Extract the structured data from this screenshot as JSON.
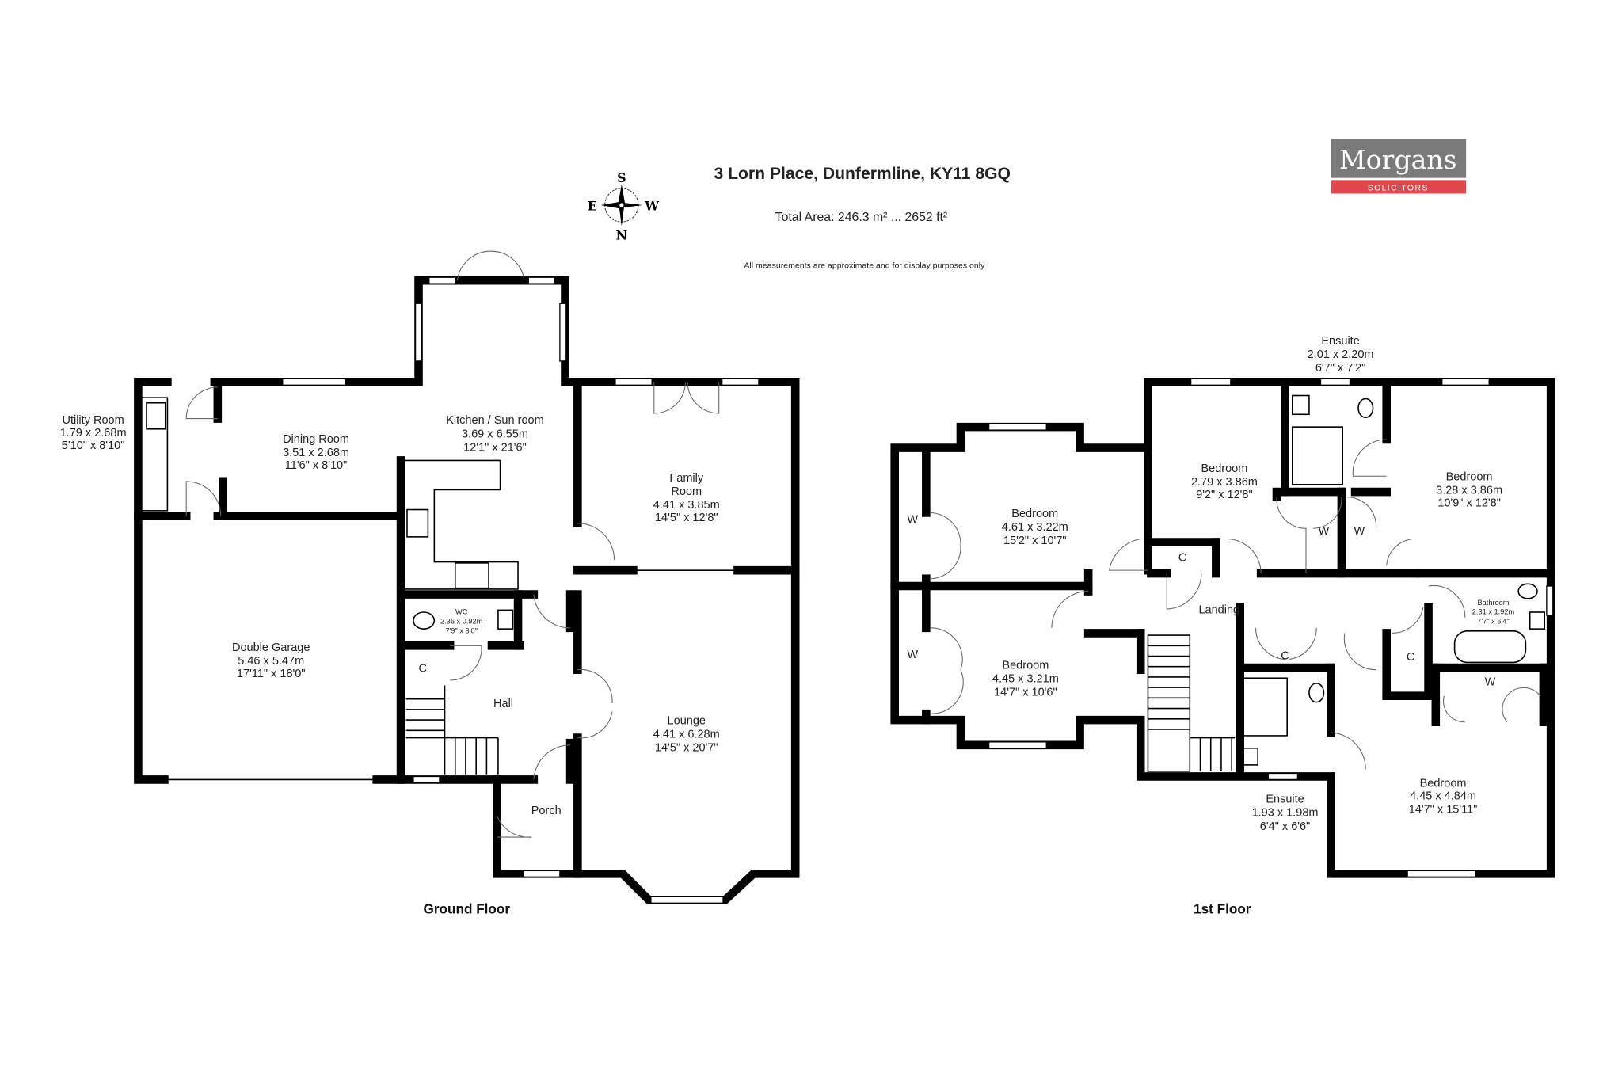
{
  "header": {
    "address": "3 Lorn Place, Dunfermline, KY11 8GQ",
    "total_area": "Total Area: 246.3 m² ... 2652 ft²",
    "disclaimer": "All measurements are approximate and for display purposes only"
  },
  "compass": {
    "top": "S",
    "left": "E",
    "right": "W",
    "bottom": "N"
  },
  "logo": {
    "name": "Morgans",
    "tagline": "SOLICITORS",
    "grey": "#7a7a7a",
    "red": "#e0474c"
  },
  "ground_floor": {
    "label": "Ground Floor",
    "rooms": {
      "utility": [
        "Utility Room",
        "1.79 x 2.68m",
        "5'10\" x 8'10\""
      ],
      "dining": [
        "Dining Room",
        "3.51 x 2.68m",
        "11'6\" x 8'10\""
      ],
      "kitchen": [
        "Kitchen / Sun room",
        "3.69 x 6.55m",
        "12'1\" x 21'6\""
      ],
      "family": [
        "Family",
        "Room",
        "4.41 x 3.85m",
        "14'5\" x 12'8\""
      ],
      "garage": [
        "Double Garage",
        "5.46 x 5.47m",
        "17'11\" x 18'0\""
      ],
      "wc": [
        "WC",
        "2.36 x 0.92m",
        "7'9\" x 3'0\""
      ],
      "cupboard": "C",
      "hall": "Hall",
      "lounge": [
        "Lounge",
        "4.41 x 6.28m",
        "14'5\" x 20'7\""
      ],
      "porch": "Porch"
    }
  },
  "first_floor": {
    "label": "1st Floor",
    "rooms": {
      "ensuite_top": [
        "Ensuite",
        "2.01 x 2.20m",
        "6'7\" x 7'2\""
      ],
      "bedroom_a": [
        "Bedroom",
        "4.61 x 3.22m",
        "15'2\" x 10'7\""
      ],
      "bedroom_b": [
        "Bedroom",
        "2.79 x 3.86m",
        "9'2\" x 12'8\""
      ],
      "bedroom_c": [
        "Bedroom",
        "3.28 x 3.86m",
        "10'9\" x 12'8\""
      ],
      "bedroom_d": [
        "Bedroom",
        "4.45 x 3.21m",
        "14'7\" x 10'6\""
      ],
      "bedroom_e": [
        "Bedroom",
        "4.45 x 4.84m",
        "14'7\" x 15'11\""
      ],
      "bathroom": [
        "Bathroom",
        "2.31 x 1.92m",
        "7'7\" x 6'4\""
      ],
      "ensuite_bottom": [
        "Ensuite",
        "1.93 x 1.98m",
        "6'4\" x 6'6\""
      ],
      "landing": "Landing",
      "wardrobe": "W",
      "cupboard": "C"
    }
  }
}
